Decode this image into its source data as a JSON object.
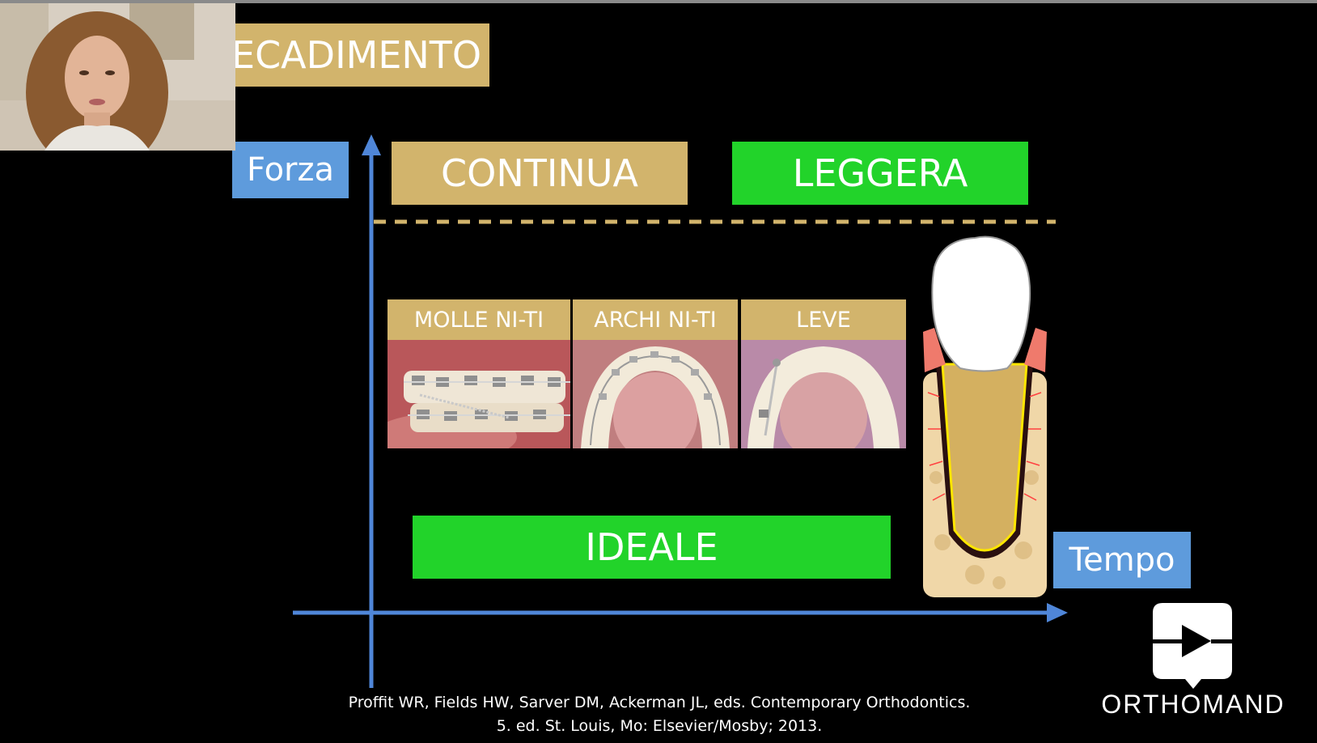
{
  "slide": {
    "title_fragment": "ECADIMENTO",
    "axis_y_label": "Forza",
    "axis_x_label": "Tempo",
    "box_continua": "CONTINUA",
    "box_leggera": "LEGGERA",
    "box_ideale": "IDEALE",
    "photos": [
      {
        "label": "MOLLE NI-TI"
      },
      {
        "label": "ARCHI NI-TI"
      },
      {
        "label": "LEVE"
      }
    ],
    "reference_line1": "Proffit WR, Fields HW, Sarver DM, Ackerman JL, eds. Contemporary Orthodontics.",
    "reference_line2": "5. ed. St. Louis, Mo: Elsevier/Mosby; 2013.",
    "brand": "ORTHOMAND"
  },
  "colors": {
    "background": "#000000",
    "tan": "#d2b46c",
    "green": "#22d32a",
    "blue": "#5e9bdc",
    "axis": "#4f86d8"
  },
  "icons": {
    "logo": "play-in-speech-bubble-icon",
    "tooth": "tooth-in-bone-illustration"
  }
}
